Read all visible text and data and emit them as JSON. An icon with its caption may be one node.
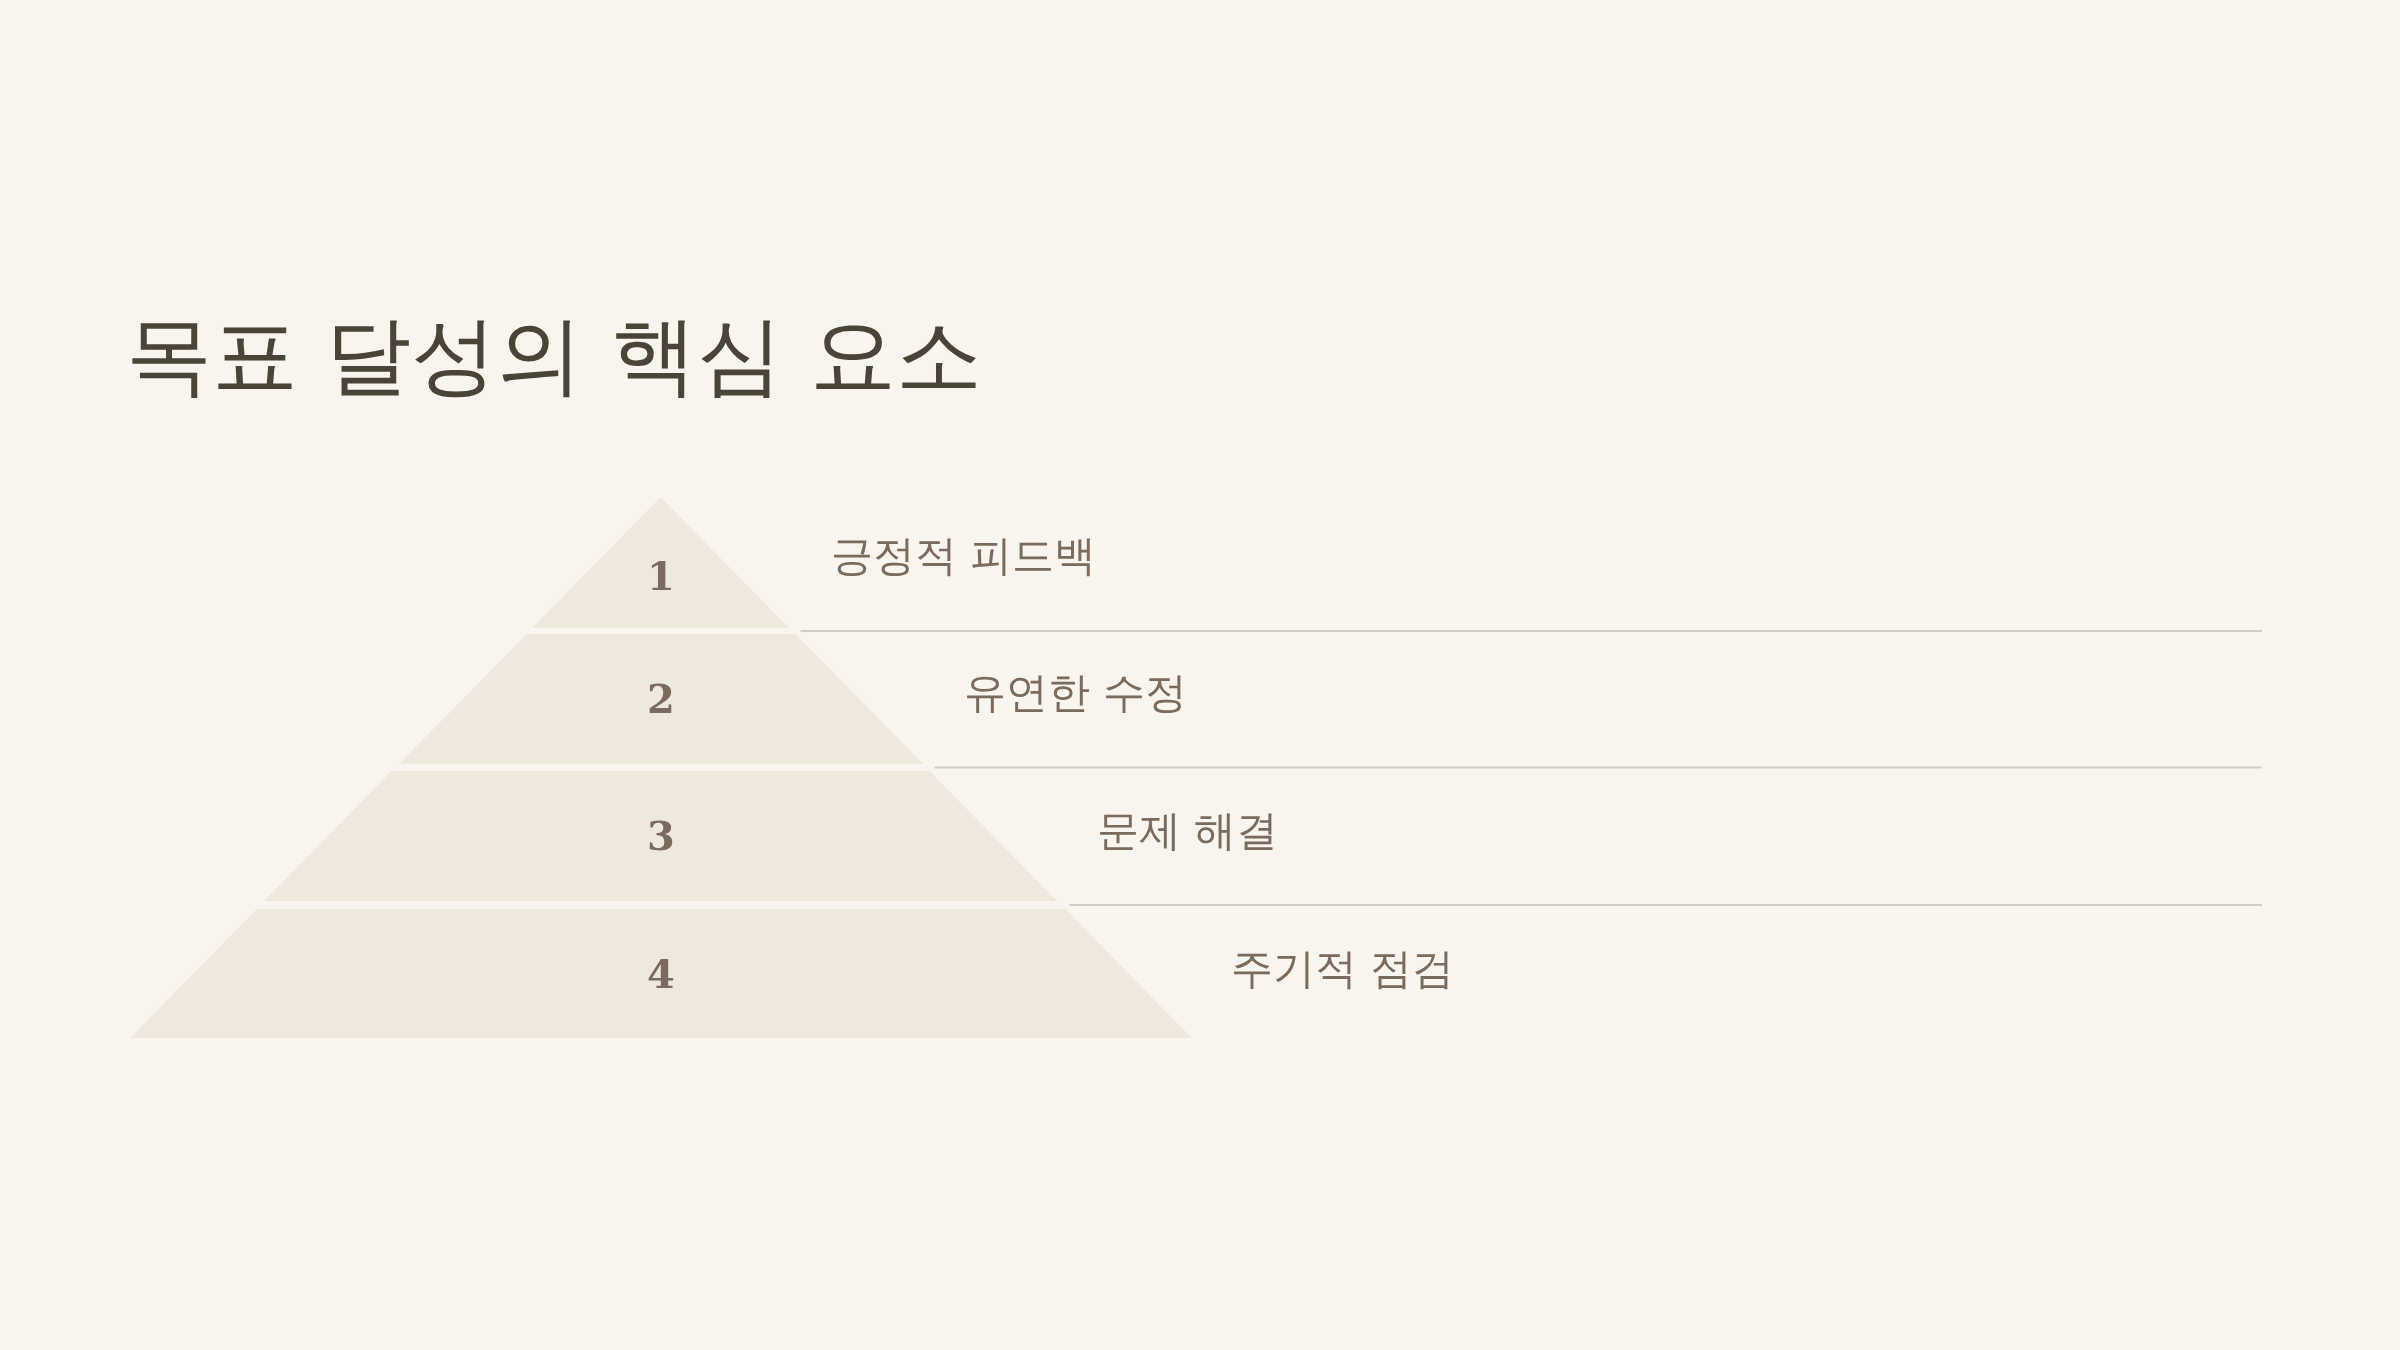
{
  "diagram": {
    "title": "목표 달성의 핵심 요소",
    "nodes": [
      {
        "text": [
          "1"
        ],
        "beside": [
          "긍정적 피드백"
        ]
      },
      {
        "text": [
          "2"
        ],
        "beside": [
          "유연한 수정"
        ]
      },
      {
        "text": [
          "3"
        ],
        "beside": [
          "문제 해결"
        ]
      },
      {
        "text": [
          "4"
        ],
        "beside": [
          "주기적 점검"
        ]
      }
    ]
  }
}
